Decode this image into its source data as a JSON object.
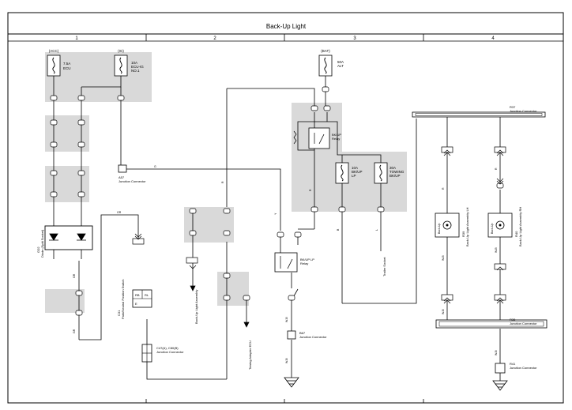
{
  "title": "Back-Up Light",
  "columns": [
    "1",
    "2",
    "3",
    "4"
  ],
  "fuses": [
    {
      "source": "(ACC)",
      "rating": "7.5A",
      "name": "ECU"
    },
    {
      "source": "(IG)",
      "rating": "10A",
      "name": "ECU-IG",
      "name2": "NO.1"
    },
    {
      "source": "(BAT)",
      "rating": "50A",
      "name": "ALT"
    },
    {
      "rating": "10A",
      "name": "BK/UP",
      "name2": "LP"
    },
    {
      "rating": "30A",
      "name": "TOWING",
      "name2": "BK/UP"
    }
  ],
  "relays": {
    "bkup": [
      "BK/UP",
      "Relay"
    ],
    "towing": [
      "BK/UP LP",
      "Relay"
    ]
  },
  "components": {
    "a57": [
      "A57",
      "Junction Connector"
    ],
    "g02": [
      "G02",
      "Diode (Split Socket)"
    ],
    "c31": [
      "C31",
      "Park/Neutral Position Switch"
    ],
    "c47": [
      "C47(A), C80(B)",
      "Junction Connector"
    ],
    "b67": [
      "B67",
      "Junction Connector"
    ],
    "r37": [
      "R37",
      "Junction Connector"
    ],
    "r38": [
      "R38",
      "Junction Connector"
    ],
    "r41": [
      "R41",
      "Junction Connector"
    ],
    "lamp_lh": [
      "R39",
      "Back-Up Light Assembly LH"
    ],
    "lamp_rh": [
      "R40",
      "Back-Up Light Assembly RH"
    ],
    "lamp_lh_inner": "Back-Up",
    "lamp_rh_inner": "Back-Up",
    "switch_terms": [
      "RB",
      "RL",
      "E"
    ]
  },
  "refs": {
    "backup_remote": "Back-Up Light Assembly",
    "towing_ref": "Towing Adapter ECU",
    "trailer_ref": "Trailer Socket"
  },
  "wire_labels": {
    "gr": "GR",
    "g": "G",
    "r": "R",
    "b": "B",
    "w_b": "W-B",
    "y": "Y",
    "l": "L"
  }
}
